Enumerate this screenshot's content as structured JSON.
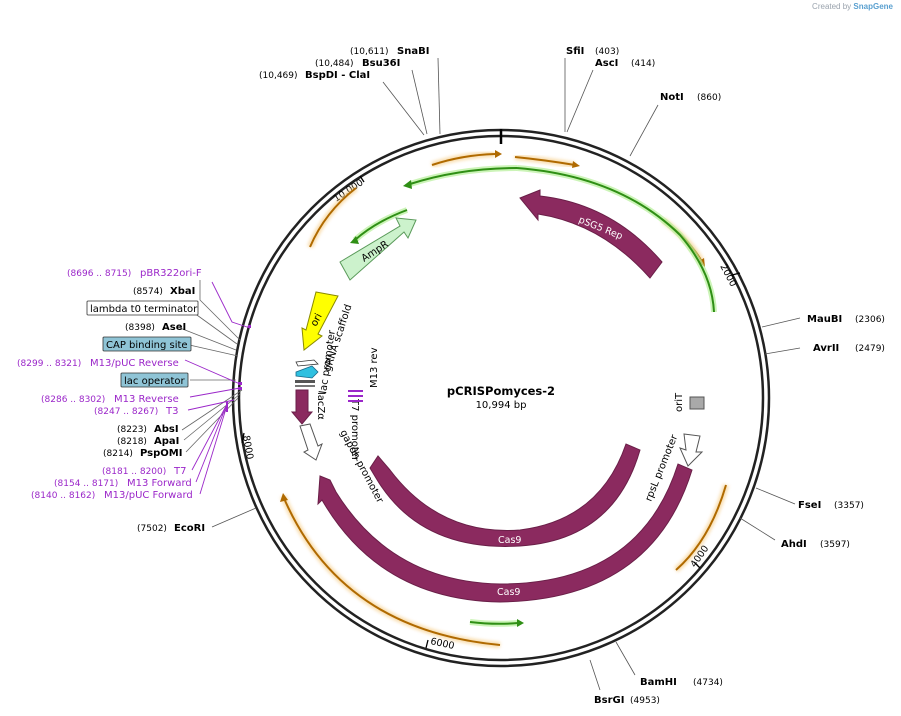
{
  "credit": {
    "prefix": "Created by",
    "brand": "SnapGene"
  },
  "plasmid": {
    "name": "pCRISPomyces-2",
    "size_label": "10,994 bp",
    "total_bp": 10994
  },
  "ticks": [
    {
      "bp": 2000,
      "label": "2000"
    },
    {
      "bp": 4000,
      "label": "4000"
    },
    {
      "bp": 6000,
      "label": "6000"
    },
    {
      "bp": 8000,
      "label": "8000"
    },
    {
      "bp": 10000,
      "label": "10,000"
    }
  ],
  "sites": [
    {
      "name": "SnaBI",
      "pos": "(10,611)"
    },
    {
      "name": "Bsu36I",
      "pos": "(10,484)"
    },
    {
      "name": "BspDI - ClaI",
      "pos": "(10,469)"
    },
    {
      "name": "SfiI",
      "pos": "(403)"
    },
    {
      "name": "AscI",
      "pos": "(414)"
    },
    {
      "name": "NotI",
      "pos": "(860)"
    },
    {
      "name": "MauBI",
      "pos": "(2306)"
    },
    {
      "name": "AvrII",
      "pos": "(2479)"
    },
    {
      "name": "FseI",
      "pos": "(3357)"
    },
    {
      "name": "AhdI",
      "pos": "(3597)"
    },
    {
      "name": "BamHI",
      "pos": "(4734)"
    },
    {
      "name": "BsrGI",
      "pos": "(4953)"
    },
    {
      "name": "EcoRI",
      "pos": "(7502)"
    },
    {
      "name": "XbaI",
      "pos": "(8574)"
    },
    {
      "name": "AseI",
      "pos": "(8398)"
    },
    {
      "name": "AbsI",
      "pos": "(8223)"
    },
    {
      "name": "ApaI",
      "pos": "(8218)"
    },
    {
      "name": "PspOMI",
      "pos": "(8214)"
    }
  ],
  "primers": [
    {
      "name": "pBR322ori-F",
      "pos": "(8696 .. 8715)"
    },
    {
      "name": "M13/pUC Reverse",
      "pos": "(8299 .. 8321)"
    },
    {
      "name": "M13 Reverse",
      "pos": "(8286 .. 8302)"
    },
    {
      "name": "T3",
      "pos": "(8247 .. 8267)"
    },
    {
      "name": "T7",
      "pos": "(8181 .. 8200)"
    },
    {
      "name": "M13 Forward",
      "pos": "(8154 .. 8171)"
    },
    {
      "name": "M13/pUC Forward",
      "pos": "(8140 .. 8162)"
    }
  ],
  "boxed_features": [
    {
      "name": "lambda t0 terminator"
    },
    {
      "name": "CAP binding site"
    },
    {
      "name": "lac operator"
    }
  ],
  "features": [
    {
      "name": "pSG5 Rep",
      "color": "#8b2a5f"
    },
    {
      "name": "Cas9",
      "color": "#8b2a5f"
    },
    {
      "name": "Cas9",
      "color": "#8b2a5f"
    },
    {
      "name": "AmpR",
      "color": "#ccf2cc"
    },
    {
      "name": "ori",
      "color": "#ffff00"
    },
    {
      "name": "gRNA scaffold",
      "color": "#ffffff"
    },
    {
      "name": "lac promoter",
      "color": "#ffffff"
    },
    {
      "name": "lacZα",
      "color": "#8b2a5f"
    },
    {
      "name": "T7 promoter",
      "color": "#ffffff"
    },
    {
      "name": "M13 rev",
      "color": "#9b27c9"
    },
    {
      "name": "gapdh promoter",
      "color": "#ffffff"
    },
    {
      "name": "oriT",
      "color": "#a9a9a9"
    },
    {
      "name": "rpsL promoter",
      "color": "#ffffff"
    }
  ]
}
